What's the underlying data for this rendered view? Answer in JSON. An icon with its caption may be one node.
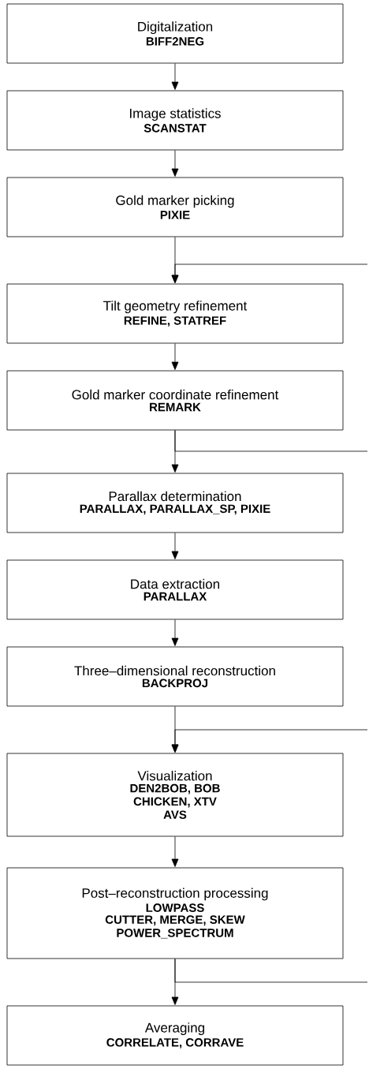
{
  "diagram": {
    "nodes": [
      {
        "text": [
          "Digitalization",
          "BIFF2NEG"
        ]
      },
      {
        "text": [
          "Image statistics",
          "SCANSTAT"
        ]
      },
      {
        "text": [
          "Gold marker picking",
          "PIXIE"
        ]
      },
      {
        "text": [
          "Tilt geometry refinement",
          "REFINE, STATREF"
        ]
      },
      {
        "text": [
          "Gold marker coordinate refinement",
          "REMARK"
        ]
      },
      {
        "text": [
          "Parallax determination",
          "PARALLAX, PARALLAX_SP, PIXIE"
        ]
      },
      {
        "text": [
          "Data extraction",
          "PARALLAX"
        ]
      },
      {
        "text": [
          "Three–dimensional reconstruction",
          "BACKPROJ"
        ]
      },
      {
        "text": [
          "Visualization",
          "DEN2BOB, BOB",
          "CHICKEN, XTV",
          "AVS"
        ]
      },
      {
        "text": [
          "Post–reconstruction processing",
          "LOWPASS",
          "CUTTER, MERGE, SKEW",
          "POWER_SPECTRUM"
        ]
      },
      {
        "text": [
          "Averaging",
          "CORRELATE, CORRAVE"
        ]
      }
    ],
    "edges": [
      {
        "from": 0,
        "to": 1,
        "arrow": "to"
      },
      {
        "from": 1,
        "to": 2,
        "arrow": "to"
      },
      {
        "from": 2,
        "to": 3,
        "arrow": "to"
      },
      {
        "from": null,
        "to": 3,
        "arrow": "to"
      },
      {
        "from": 3,
        "to": 4,
        "arrow": "to"
      },
      {
        "from": 4,
        "to": 5,
        "arrow": "to"
      },
      {
        "from": 4,
        "to": null,
        "arrow": "none"
      },
      {
        "from": 5,
        "to": 6,
        "arrow": "to"
      },
      {
        "from": 6,
        "to": 7,
        "arrow": "to"
      },
      {
        "from": 7,
        "to": 8,
        "arrow": "to"
      },
      {
        "from": null,
        "to": 8,
        "arrow": "to"
      },
      {
        "from": 8,
        "to": 9,
        "arrow": "to"
      },
      {
        "from": 9,
        "to": 10,
        "arrow": "to"
      },
      {
        "from": 9,
        "to": null,
        "arrow": "none"
      }
    ]
  }
}
